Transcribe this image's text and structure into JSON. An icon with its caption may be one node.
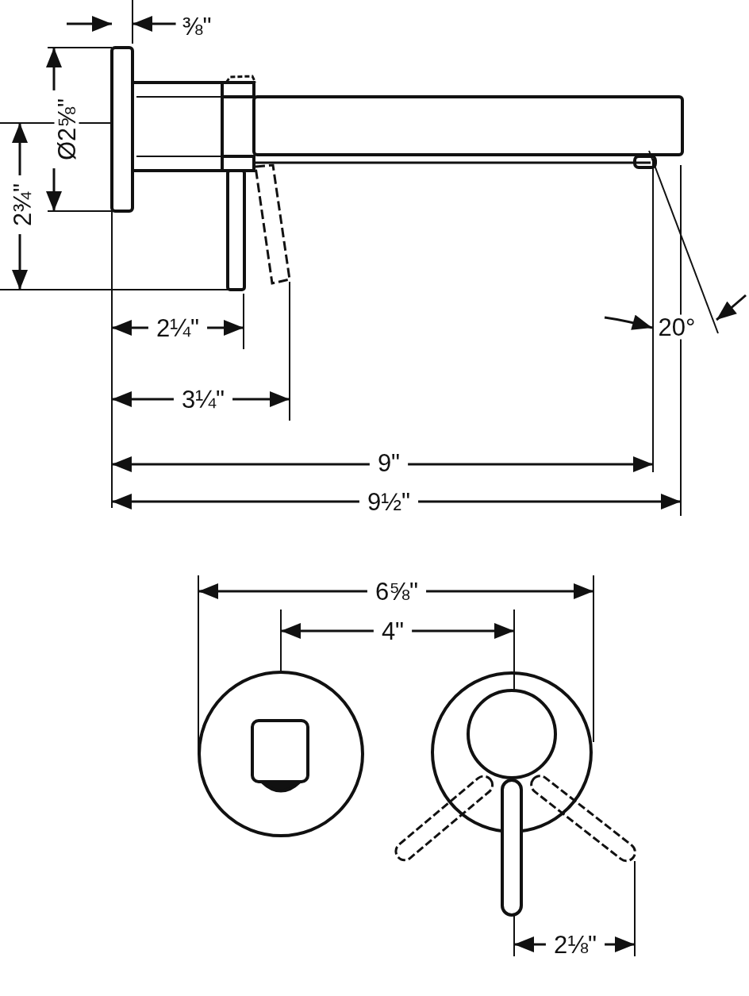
{
  "diagram": {
    "labels": [
      "⅜\"",
      "Ø2⅝\"",
      "2¾\"",
      "2¼\"",
      "3¼\"",
      "20°",
      "9\"",
      "9½\"",
      "6⅝\"",
      "4\"",
      "2⅛\""
    ]
  }
}
